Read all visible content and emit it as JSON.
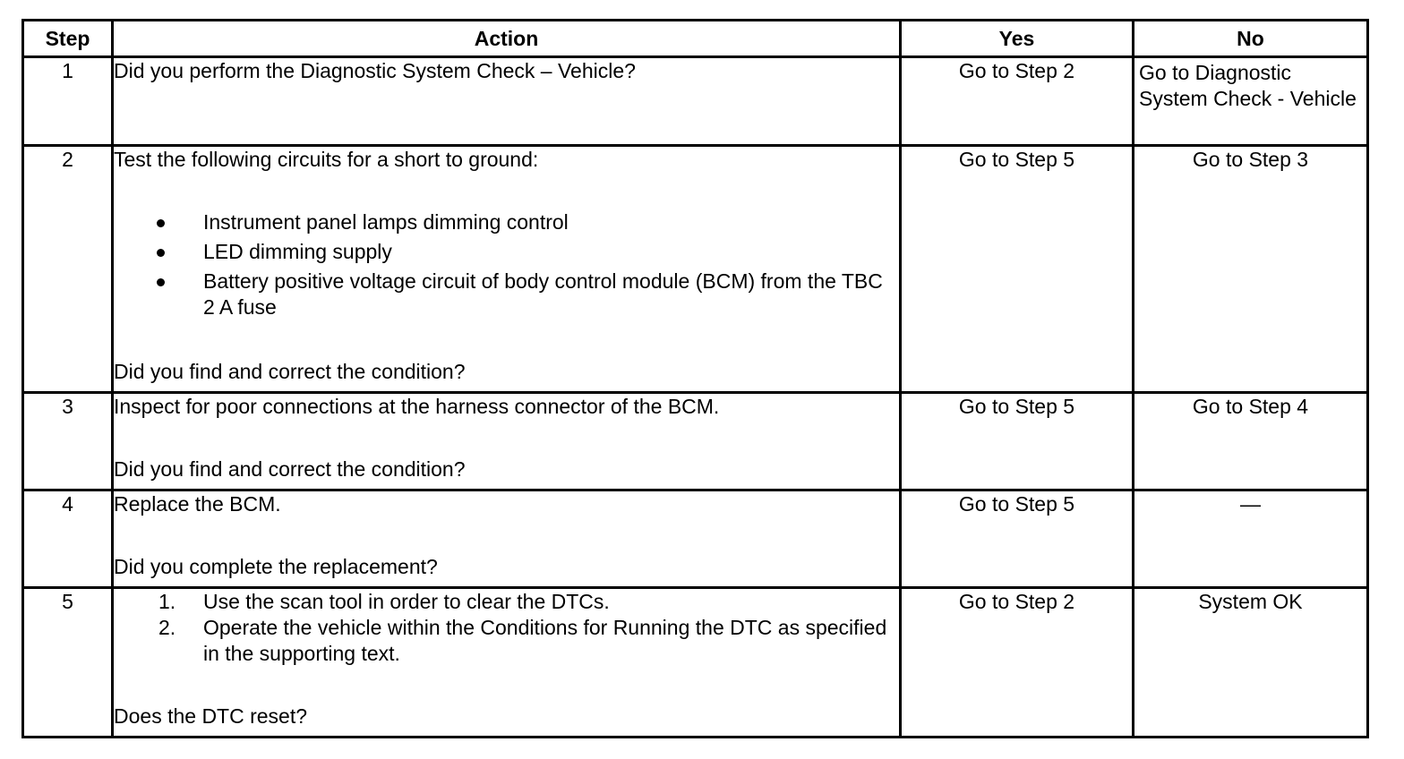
{
  "headers": {
    "step": "Step",
    "action": "Action",
    "yes": "Yes",
    "no": "No"
  },
  "rows": [
    {
      "step": "1",
      "text": "Did you perform the Diagnostic System Check – Vehicle?",
      "yes": "Go to Step 2",
      "no": "Go to Diagnostic System Check - Vehicle"
    },
    {
      "step": "2",
      "intro": "Test the following circuits for a short to ground:",
      "bullets": [
        "Instrument panel lamps dimming control",
        "LED dimming supply",
        "Battery positive voltage circuit of body control module (BCM) from the TBC 2 A fuse"
      ],
      "question": "Did you find and correct the condition?",
      "yes": "Go to Step 5",
      "no": "Go to Step 3"
    },
    {
      "step": "3",
      "intro": "Inspect for poor connections at the harness connector of the BCM.",
      "question": "Did you find and correct the condition?",
      "yes": "Go to Step 5",
      "no": "Go to Step 4"
    },
    {
      "step": "4",
      "intro": "Replace the BCM.",
      "question": "Did you complete the replacement?",
      "yes": "Go to Step 5",
      "no": "—"
    },
    {
      "step": "5",
      "numbered": [
        {
          "num": "1.",
          "text": "Use the scan tool in order to clear the DTCs."
        },
        {
          "num": "2.",
          "text": "Operate the vehicle within the Conditions for Running the DTC as specified in the supporting text."
        }
      ],
      "question": "Does the DTC reset?",
      "yes": "Go to Step 2",
      "no": "System OK"
    }
  ]
}
